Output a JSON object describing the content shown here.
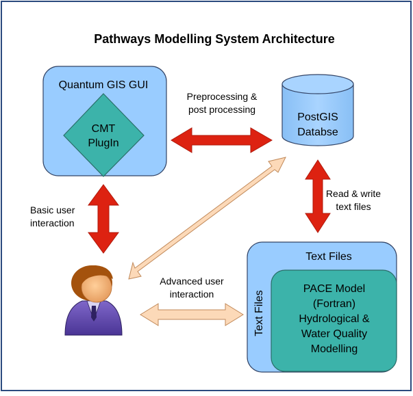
{
  "title": "Pathways Modelling System Architecture",
  "nodes": {
    "qgis": {
      "label": "Quantum GIS GUI"
    },
    "plugin": {
      "line1": "CMT",
      "line2": "PlugIn"
    },
    "postgis": {
      "line1": "PostGIS",
      "line2": "Databse"
    },
    "text_files": {
      "top_label": "Text Files",
      "side_label": "Text Files"
    },
    "pace": {
      "line1": "PACE Model",
      "line2": "(Fortran)",
      "line3": "Hydrological &",
      "line4": "Water Quality",
      "line5": "Modelling"
    },
    "user": {
      "icon": "person-icon"
    }
  },
  "edges": {
    "preprocessing": {
      "line1": "Preprocessing &",
      "line2": "post processing"
    },
    "read_write": {
      "line1": "Read & write",
      "line2": "text files"
    },
    "basic_user": {
      "line1": "Basic user",
      "line2": "interaction"
    },
    "advanced_user": {
      "line1": "Advanced user",
      "line2": "interaction"
    }
  },
  "colors": {
    "frame": "#2b4a7e",
    "box_fill": "#99ccff",
    "box_stroke": "#334466",
    "teal": "#3cb3aa",
    "red_arrow": "#dd2211",
    "peach_arrow": "#fcd9b8",
    "peach_stroke": "#c08858"
  }
}
